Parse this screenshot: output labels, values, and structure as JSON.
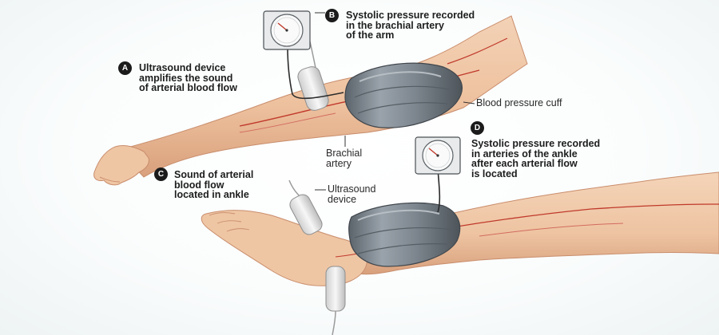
{
  "callouts": {
    "A": {
      "letter": "A",
      "text": "Ultrasound device\namplifies the sound\nof arterial blood flow"
    },
    "B": {
      "letter": "B",
      "text": "Systolic pressure recorded\nin the brachial artery\nof the arm"
    },
    "C": {
      "letter": "C",
      "text": "Sound of arterial\nblood flow\nlocated in ankle"
    },
    "D": {
      "letter": "D",
      "text": "Systolic pressure recorded\nin arteries of the ankle\nafter each arterial flow\nis located"
    }
  },
  "labels": {
    "cuff": "Blood pressure cuff",
    "brachial_artery": "Brachial\nartery",
    "ultrasound_device": "Ultrasound\ndevice"
  },
  "colors": {
    "skin": "#efc6a4",
    "skin_shadow": "#d9a583",
    "artery": "#c0392b",
    "cuff": "#7f8891",
    "cuff_dark": "#555d64",
    "device": "#e6e6e6",
    "gauge_face": "#fafafa"
  }
}
